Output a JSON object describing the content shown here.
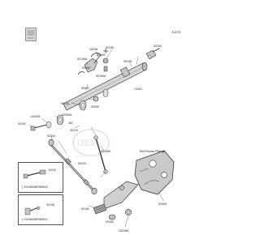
{
  "diagram": {
    "figure_code": "E1073",
    "note": "Ref.Frame Fittings",
    "colors": {
      "line": "#3a3a3a",
      "part_fill": "#cfcfcf",
      "shadow": "#8a8a8a",
      "watermark": "#c8dde8"
    },
    "parts": [
      "13236",
      "92150",
      "92009",
      "92145A",
      "92154",
      "92145",
      "92002",
      "13161",
      "92150A",
      "92022",
      "92143",
      "92200",
      "92002A",
      "92191",
      "13242A",
      "461",
      "92210",
      "92210",
      "92145A",
      "92210",
      "92161",
      "92153",
      "13236A",
      "92009"
    ],
    "inset_a": {
      "part": "13242",
      "note": "(~ZX1000D6F060000)"
    },
    "inset_b": {
      "part": "92145",
      "note": "(~ZX1000D6F060001)"
    }
  }
}
